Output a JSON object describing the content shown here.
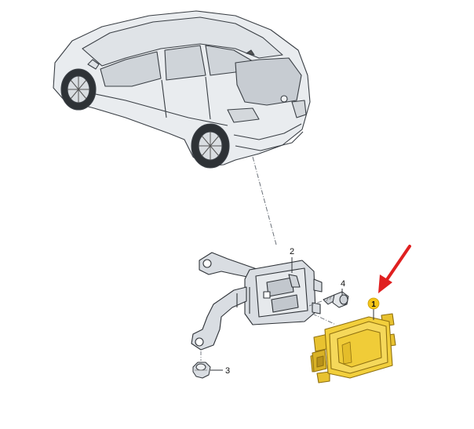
{
  "callouts": {
    "c1": "1",
    "c2": "2",
    "c3": "3",
    "c4": "4"
  },
  "colors": {
    "highlight": "#f5c518",
    "module_fill": "#f2cf3c",
    "module_edge": "#b8921a",
    "arrow": "#e02020",
    "car_fill": "#e9ecef",
    "car_line": "#3a3f45",
    "bracket_fill": "#d9dde2",
    "bracket_line": "#2f3338"
  },
  "icons": {
    "pointer": "red-arrow-icon"
  }
}
